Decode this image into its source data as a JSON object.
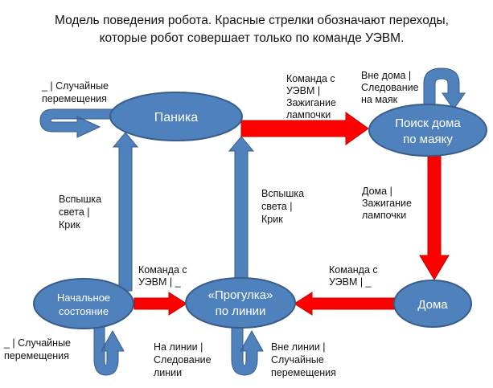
{
  "title": {
    "line1": "Модель поведения робота. Красные стрелки обозначают переходы,",
    "line2": "которые робот совершает только по команде УЭВМ."
  },
  "nodes": {
    "panic": {
      "label": "Паника"
    },
    "search": {
      "line1": "Поиск дома",
      "line2": "по маяку"
    },
    "home": {
      "label": "Дома"
    },
    "walk": {
      "line1": "«Прогулка»",
      "line2": "по линии"
    },
    "start": {
      "line1": "Начальное",
      "line2": "состояние"
    }
  },
  "edges": {
    "panic_self": {
      "line1": "_ | Случайные",
      "line2": "перемещения"
    },
    "panic_to_search": {
      "line1": "Команда с",
      "line2": "УЭВМ |",
      "line3": "Зажигание",
      "line4": "лампочки"
    },
    "search_self": {
      "line1": "Вне дома |",
      "line2": "Следование",
      "line3": "на маяк"
    },
    "search_to_home": {
      "line1": "Дома |",
      "line2": "Зажигание",
      "line3": "лампочки"
    },
    "start_to_panic": {
      "line1": "Вспышка",
      "line2": "света |",
      "line3": "Крик"
    },
    "walk_to_panic": {
      "line1": "Вспышка",
      "line2": "света |",
      "line3": "Крик"
    },
    "start_to_walk": {
      "line1": "Команда с",
      "line2": "УЭВМ | _"
    },
    "home_to_walk": {
      "line1": "Команда с",
      "line2": "УЭВМ | _"
    },
    "start_self": {
      "line1": "_ | Случайные",
      "line2": "перемещения"
    },
    "walk_self": {
      "line1": "На линии |",
      "line2": "Следование",
      "line3": "линии"
    },
    "walk_self_alt": {
      "line1": "Вне линии |",
      "line2": "Случайные",
      "line3": "перемещения"
    }
  },
  "colors": {
    "node_fill": "#4f81bd",
    "node_stroke": "#385d8a",
    "command_arrow": "#ff0000",
    "command_arrow_stroke": "#c00000",
    "auto_arrow": "#4f81bd"
  }
}
